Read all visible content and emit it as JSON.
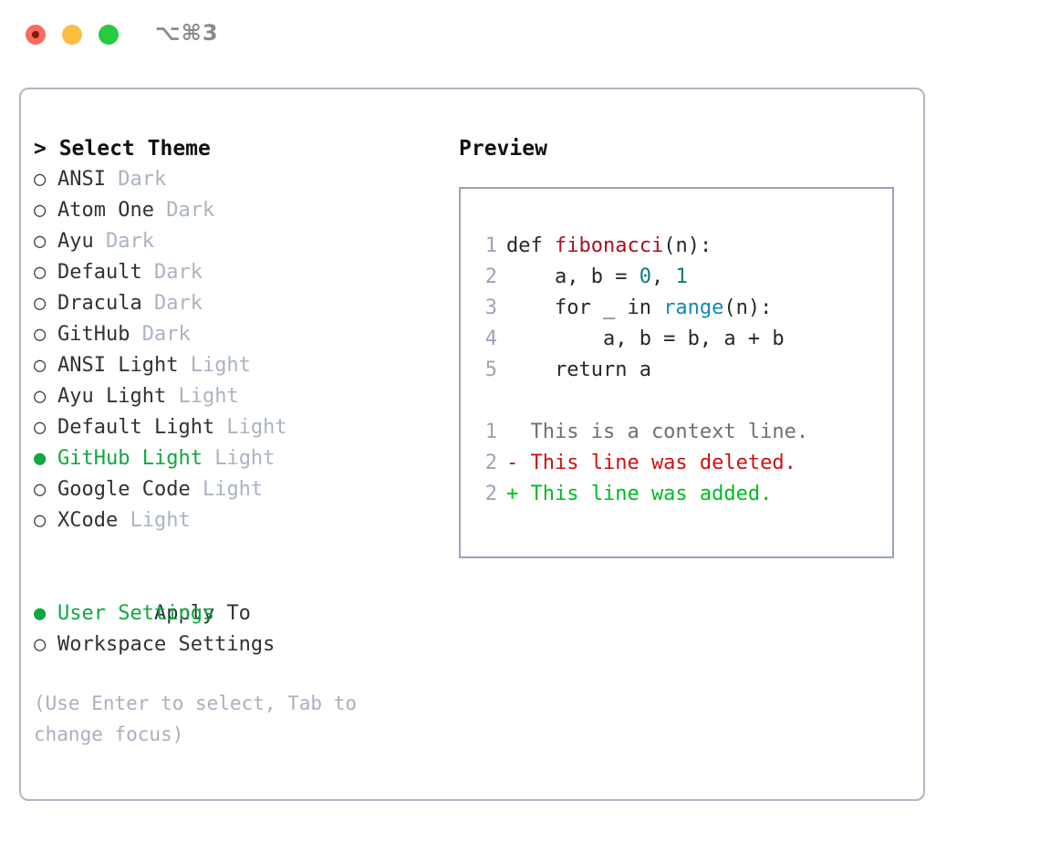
{
  "window": {
    "title": "⌥⌘3",
    "traffic_lights": [
      "close",
      "minimize",
      "maximize"
    ]
  },
  "theme_panel": {
    "header": "> Select Theme",
    "items": [
      {
        "marker": "○",
        "label": "ANSI",
        "tag": "Dark",
        "selected": false
      },
      {
        "marker": "○",
        "label": "Atom One",
        "tag": "Dark",
        "selected": false
      },
      {
        "marker": "○",
        "label": "Ayu",
        "tag": "Dark",
        "selected": false
      },
      {
        "marker": "○",
        "label": "Default",
        "tag": "Dark",
        "selected": false
      },
      {
        "marker": "○",
        "label": "Dracula",
        "tag": "Dark",
        "selected": false
      },
      {
        "marker": "○",
        "label": "GitHub",
        "tag": "Dark",
        "selected": false
      },
      {
        "marker": "○",
        "label": "ANSI Light",
        "tag": "Light",
        "selected": false
      },
      {
        "marker": "○",
        "label": "Ayu Light",
        "tag": "Light",
        "selected": false
      },
      {
        "marker": "○",
        "label": "Default Light",
        "tag": "Light",
        "selected": false
      },
      {
        "marker": "●",
        "label": "GitHub Light",
        "tag": "Light",
        "selected": true
      },
      {
        "marker": "○",
        "label": "Google Code",
        "tag": "Light",
        "selected": false
      },
      {
        "marker": "○",
        "label": "XCode",
        "tag": "Light",
        "selected": false
      }
    ]
  },
  "apply_to": {
    "header": "Apply To",
    "items": [
      {
        "marker": "●",
        "label": "User Settings",
        "selected": true
      },
      {
        "marker": "○",
        "label": "Workspace Settings",
        "selected": false
      }
    ]
  },
  "hint": "(Use Enter to select, Tab to change focus)",
  "preview": {
    "title": "Preview",
    "code_lines": [
      {
        "num": "1",
        "tokens": [
          {
            "text": "def ",
            "type": "plain"
          },
          {
            "text": "fibonacci",
            "type": "fn"
          },
          {
            "text": "(n):",
            "type": "plain"
          }
        ]
      },
      {
        "num": "2",
        "tokens": [
          {
            "text": "    a, b = ",
            "type": "plain"
          },
          {
            "text": "0",
            "type": "num"
          },
          {
            "text": ", ",
            "type": "plain"
          },
          {
            "text": "1",
            "type": "num"
          }
        ]
      },
      {
        "num": "3",
        "tokens": [
          {
            "text": "    for _ in ",
            "type": "plain"
          },
          {
            "text": "range",
            "type": "call"
          },
          {
            "text": "(n):",
            "type": "plain"
          }
        ]
      },
      {
        "num": "4",
        "tokens": [
          {
            "text": "        a, b = b, a + b",
            "type": "plain"
          }
        ]
      },
      {
        "num": "5",
        "tokens": [
          {
            "text": "    return a",
            "type": "plain"
          }
        ]
      }
    ],
    "diff_lines": [
      {
        "num": "1",
        "sign": " ",
        "text": " This is a context line.",
        "kind": "ctx"
      },
      {
        "num": "2",
        "sign": "-",
        "text": " This line was deleted.",
        "kind": "del"
      },
      {
        "num": "2",
        "sign": "+",
        "text": " This line was added.",
        "kind": "add"
      }
    ]
  },
  "colors": {
    "accent_green": "#10a83f",
    "border": "#aeb7c3",
    "preview_border": "#9aa5b4",
    "muted": "#aab4c2",
    "line_number": "#9aa5b4",
    "fn_red": "#aa1122",
    "num_teal": "#0a7d78",
    "call_blue": "#1188bb",
    "diff_del": "#cc1111",
    "diff_add": "#00bb22",
    "diff_ctx": "#6b7178",
    "title_gray": "#8b8b8b",
    "traffic_red": "#fb6a61",
    "traffic_amber": "#fcbe40",
    "traffic_green": "#2ac940"
  }
}
